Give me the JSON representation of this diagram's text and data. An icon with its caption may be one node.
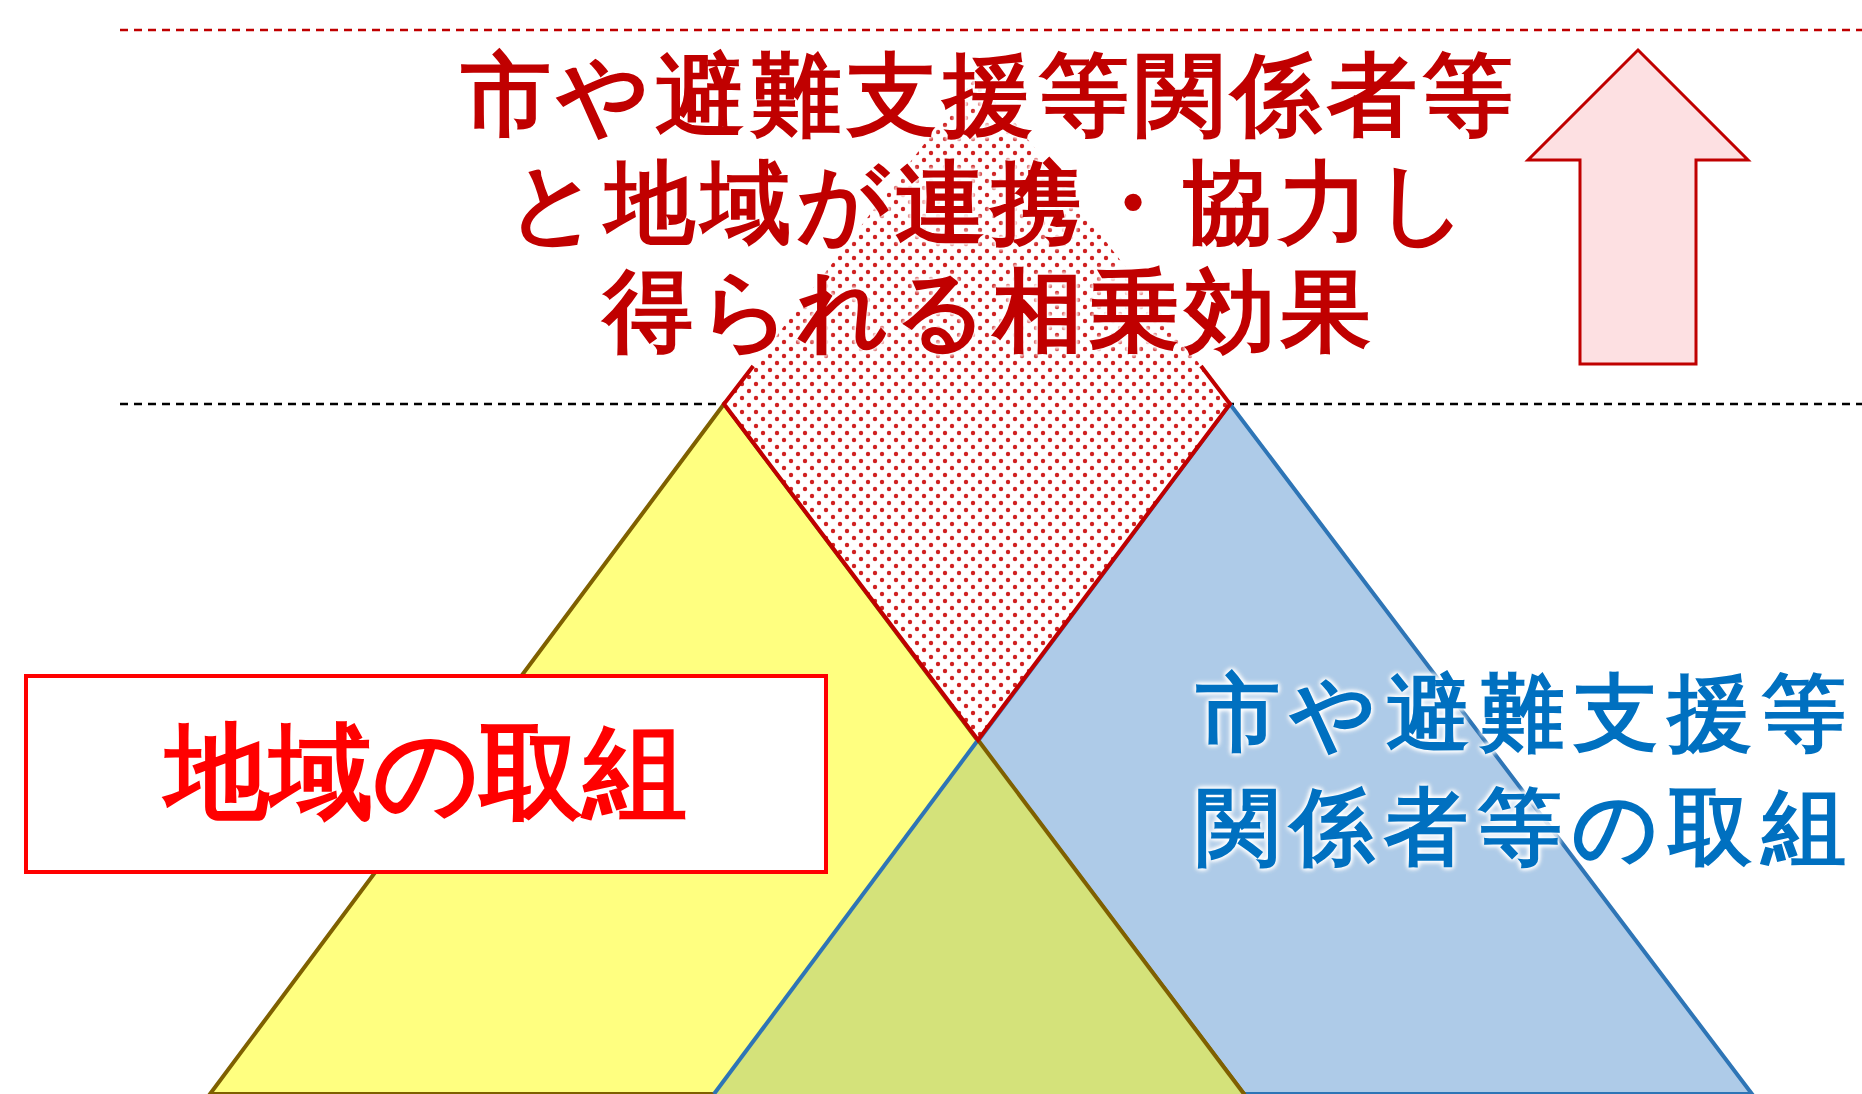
{
  "diagram": {
    "nodes": [
      {
        "text": [
          "市や避難支援等関係者等と地域が連携・協力し得られる相乗効果"
        ]
      },
      {
        "text": [],
        "shape": "triangle"
      },
      {
        "text": [
          "地域の取組"
        ]
      },
      {
        "text": [
          "市や避難支援等関係者等の取組"
        ]
      }
    ]
  }
}
